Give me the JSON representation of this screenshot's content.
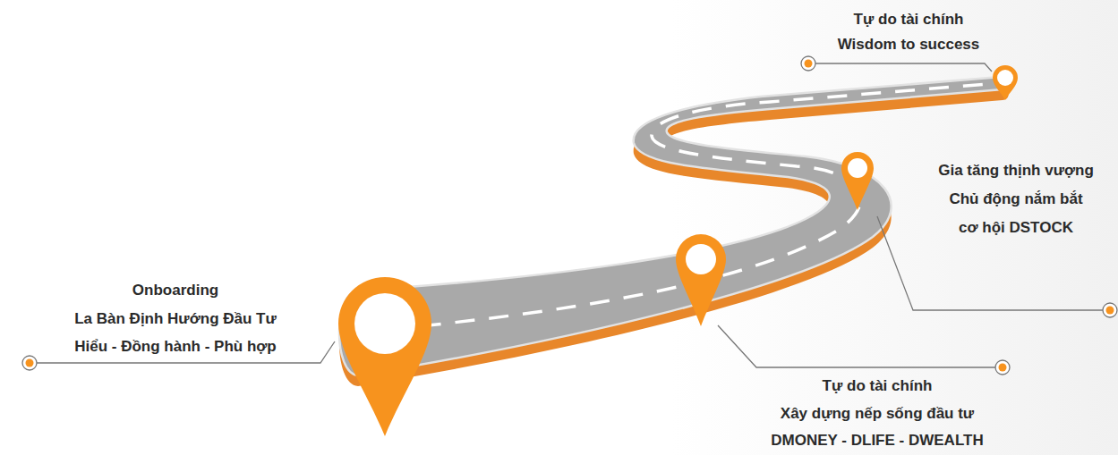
{
  "diagram": {
    "labels": [
      "Onboarding",
      "La Bàn Định Hướng Đầu Tư",
      "Hiểu - Đồng hành - Phù hợp",
      "Tự do tài chính",
      "Xây dựng nếp sống đầu tư",
      "DMONEY - DLIFE - DWEALTH",
      "Gia tăng thịnh vượng",
      "Chủ động nắm bắt",
      "cơ hội DSTOCK",
      "Tự do tài chính",
      "Wisdom to success"
    ]
  }
}
